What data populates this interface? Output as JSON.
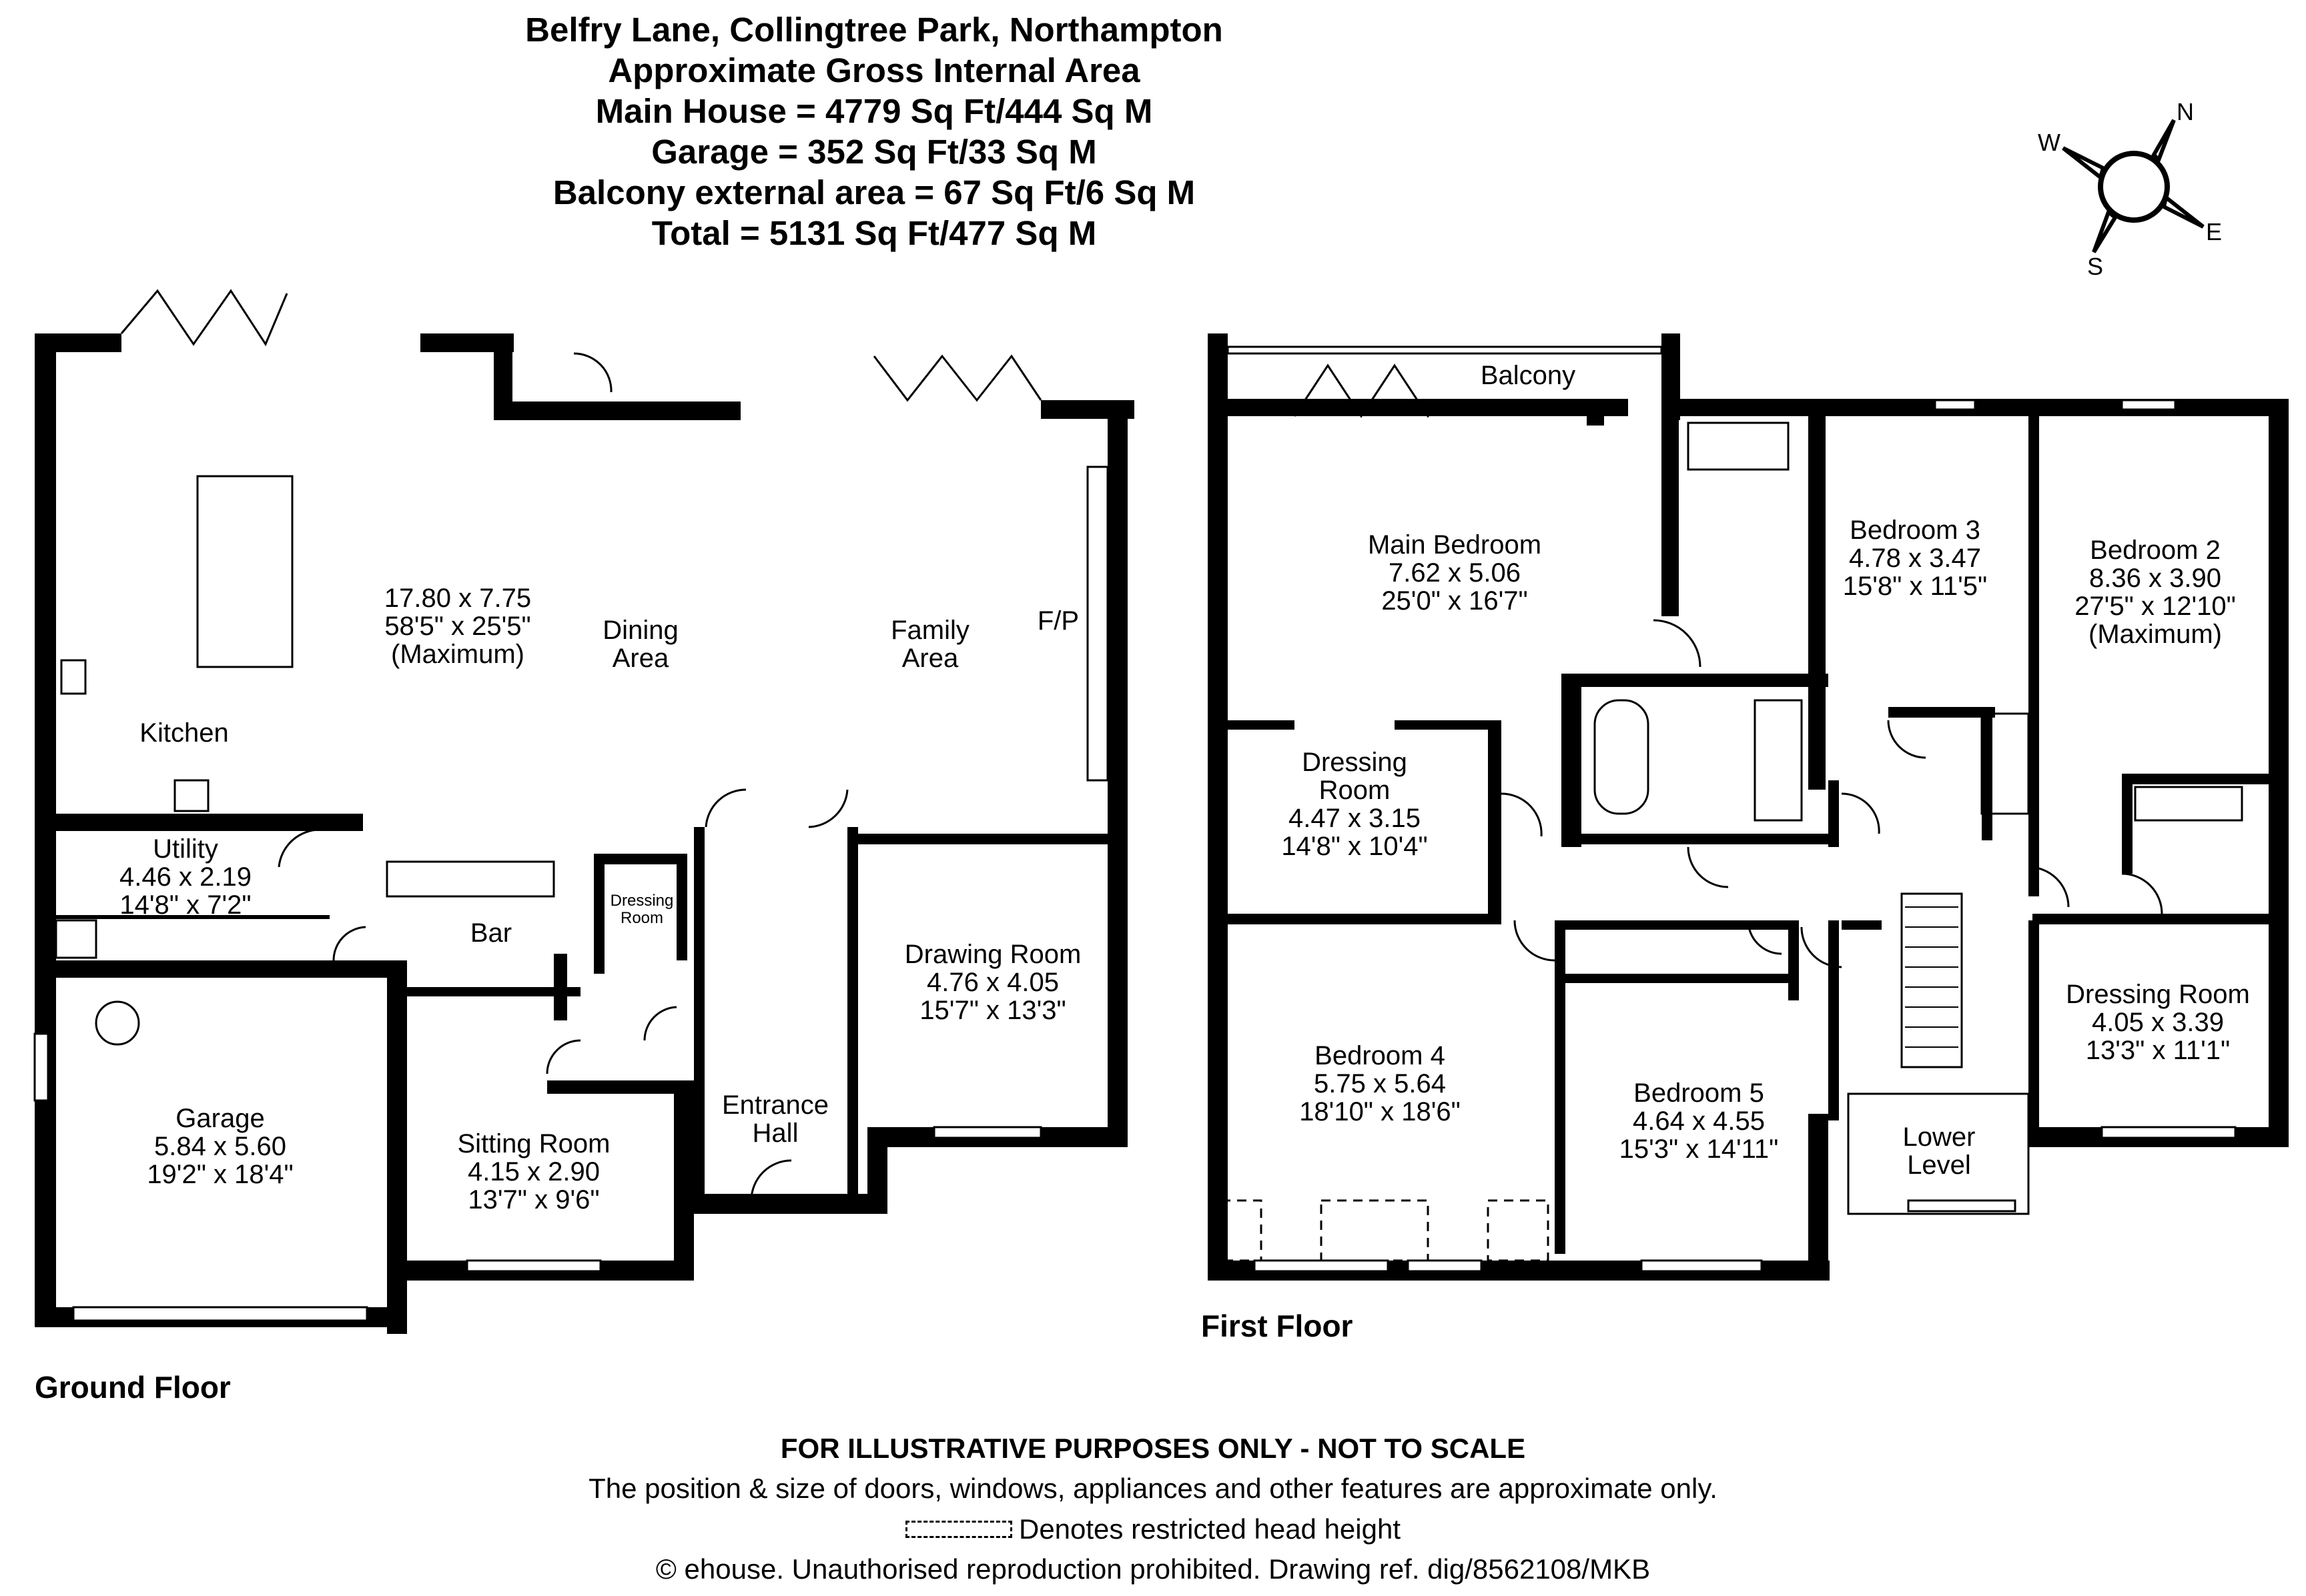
{
  "header": {
    "line1": "Belfry Lane, Collingtree Park, Northampton",
    "line2": "Approximate Gross Internal Area",
    "line3": "Main House = 4779 Sq Ft/444 Sq M",
    "line4": "Garage = 352 Sq Ft/33 Sq M",
    "line5": "Balcony external area = 67 Sq Ft/6 Sq M",
    "line6": "Total = 5131 Sq Ft/477 Sq M"
  },
  "compass": {
    "n": "N",
    "e": "E",
    "s": "S",
    "w": "W"
  },
  "ground_floor": {
    "title": "Ground Floor",
    "open_plan": {
      "dims": "17.80 x 7.75",
      "imperial": "58'5\" x 25'5\"",
      "note": "(Maximum)"
    },
    "dining": {
      "l1": "Dining",
      "l2": "Area"
    },
    "family": {
      "l1": "Family",
      "l2": "Area"
    },
    "fp": "F/P",
    "kitchen": "Kitchen",
    "utility": {
      "name": "Utility",
      "dims": "4.46 x 2.19",
      "imperial": "14'8\" x 7'2\""
    },
    "bar": "Bar",
    "dressing": {
      "l1": "Dressing",
      "l2": "Room"
    },
    "garage": {
      "name": "Garage",
      "dims": "5.84 x 5.60",
      "imperial": "19'2\" x 18'4\""
    },
    "sitting": {
      "name": "Sitting Room",
      "dims": "4.15 x 2.90",
      "imperial": "13'7\" x 9'6\""
    },
    "entrance": {
      "l1": "Entrance",
      "l2": "Hall"
    },
    "drawing": {
      "name": "Drawing Room",
      "dims": "4.76 x 4.05",
      "imperial": "15'7\" x 13'3\""
    }
  },
  "first_floor": {
    "title": "First Floor",
    "balcony": "Balcony",
    "main_bedroom": {
      "name": "Main Bedroom",
      "dims": "7.62 x 5.06",
      "imperial": "25'0\" x 16'7\""
    },
    "dressing": {
      "l1": "Dressing",
      "l2": "Room",
      "dims": "4.47 x 3.15",
      "imperial": "14'8\" x 10'4\""
    },
    "bedroom3": {
      "name": "Bedroom 3",
      "dims": "4.78 x 3.47",
      "imperial": "15'8\" x 11'5\""
    },
    "bedroom2": {
      "name": "Bedroom 2",
      "dims": "8.36 x 3.90",
      "imperial": "27'5\" x 12'10\"",
      "note": "(Maximum)"
    },
    "bedroom4": {
      "name": "Bedroom 4",
      "dims": "5.75 x 5.64",
      "imperial": "18'10\" x 18'6\""
    },
    "bedroom5": {
      "name": "Bedroom 5",
      "dims": "4.64 x 4.55",
      "imperial": "15'3\" x 14'11\""
    },
    "lower_level": {
      "l1": "Lower",
      "l2": "Level"
    },
    "dressing2": {
      "name": "Dressing Room",
      "dims": "4.05 x 3.39",
      "imperial": "13'3\" x 11'1\""
    }
  },
  "footer": {
    "line1": "FOR ILLUSTRATIVE PURPOSES ONLY - NOT TO SCALE",
    "line2": "The position & size of doors, windows, appliances and other features are approximate only.",
    "line3": "Denotes restricted head height",
    "line4": "© ehouse. Unauthorised reproduction prohibited. Drawing ref. dig/8562108/MKB"
  }
}
